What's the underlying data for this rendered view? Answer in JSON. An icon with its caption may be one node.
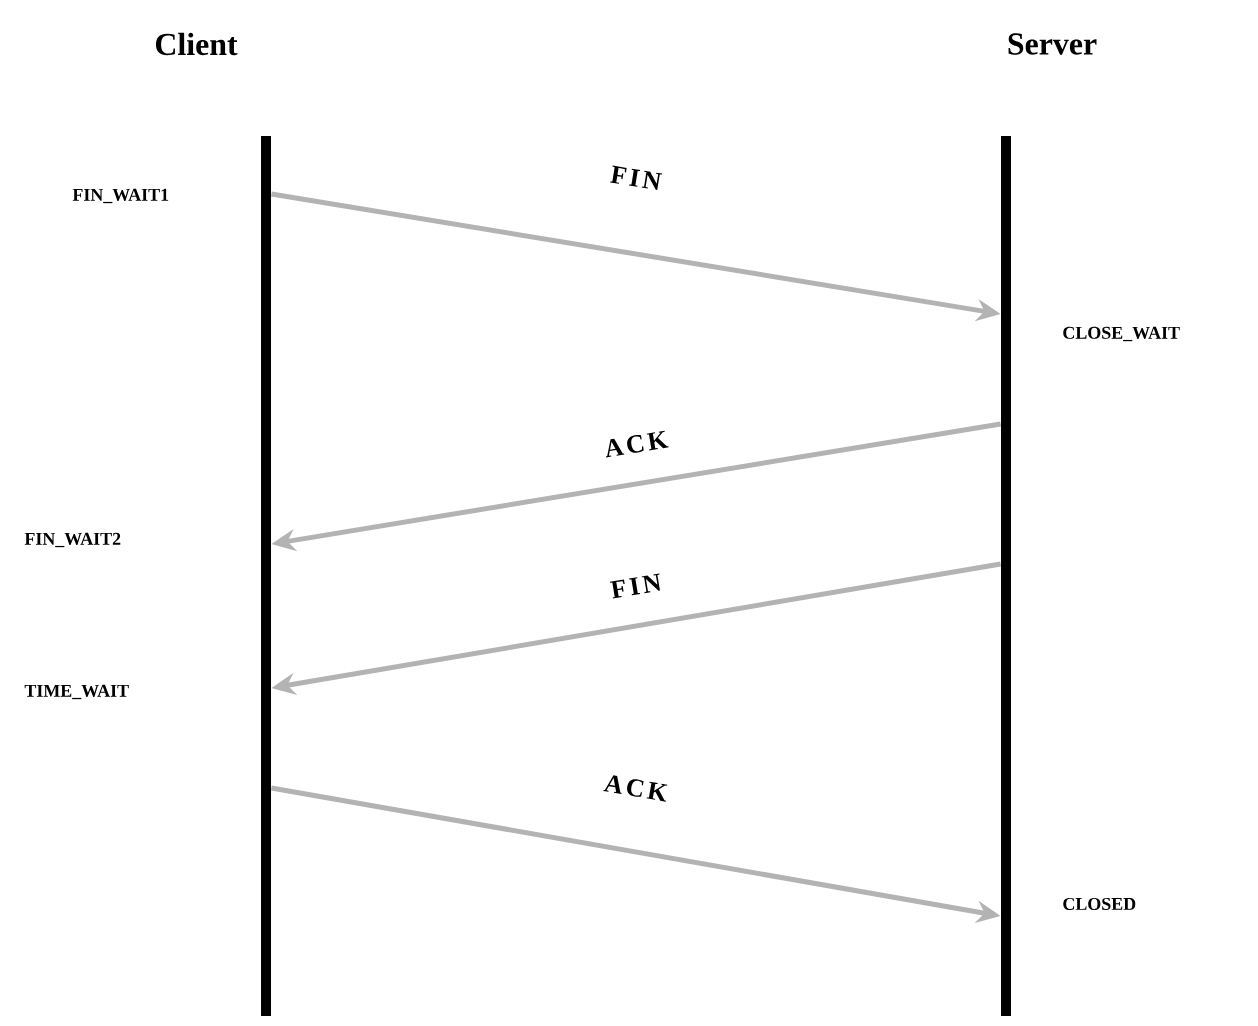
{
  "diagram": {
    "nodes": [
      {
        "text": [],
        "shape": "bar"
      },
      {
        "text": [],
        "shape": "bar"
      }
    ],
    "edges": [
      {
        "from": 0,
        "to": 1,
        "arrow": "to",
        "label": "FIN"
      },
      {
        "from": 1,
        "to": 0,
        "arrow": "to",
        "label": "ACK"
      },
      {
        "from": 1,
        "to": 0,
        "arrow": "to",
        "label": "FIN"
      },
      {
        "from": 0,
        "to": 1,
        "arrow": "to",
        "label": "ACK"
      }
    ],
    "labels": [
      "Client",
      "Server",
      "FIN_WAIT1",
      "CLOSE_WAIT",
      "FIN_WAIT2",
      "TIME_WAIT",
      "CLOSED"
    ]
  }
}
